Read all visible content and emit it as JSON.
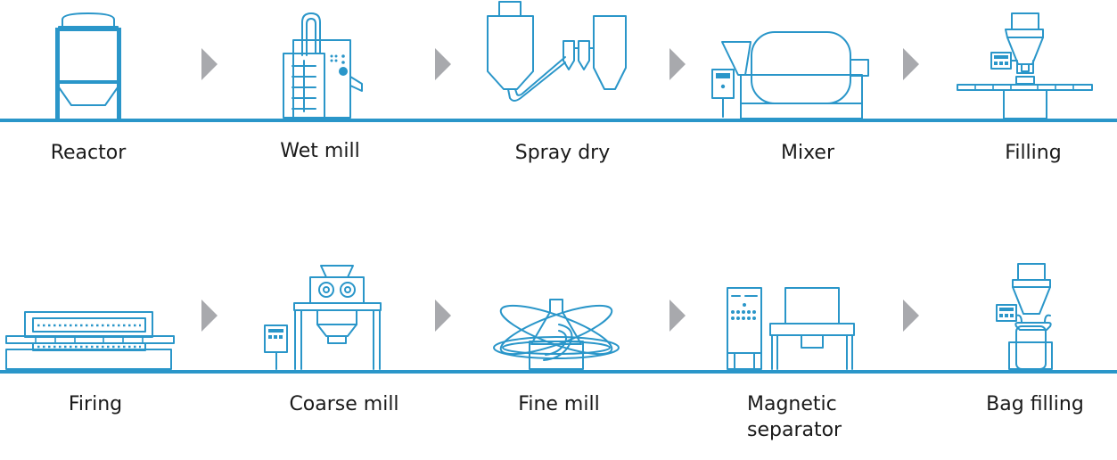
{
  "colors": {
    "line": "#2a96c9",
    "arrow": "#a8a9ad",
    "text": "#1a1a1a"
  },
  "rows": [
    {
      "steps": [
        {
          "label": "Reactor",
          "icon": "reactor-icon"
        },
        {
          "label": "Wet mill",
          "icon": "wet-mill-icon"
        },
        {
          "label": "Spray dry",
          "icon": "spray-dryer-icon"
        },
        {
          "label": "Mixer",
          "icon": "mixer-icon"
        },
        {
          "label": "Filling",
          "icon": "filling-machine-icon"
        }
      ]
    },
    {
      "steps": [
        {
          "label": "Firing",
          "icon": "kiln-icon"
        },
        {
          "label": "Coarse mill",
          "icon": "coarse-mill-icon"
        },
        {
          "label": "Fine mill",
          "icon": "fine-mill-icon"
        },
        {
          "label": "Magnetic\nseparator",
          "icon": "magnetic-separator-icon"
        },
        {
          "label": "Bag filling",
          "icon": "bag-filling-icon"
        }
      ]
    }
  ]
}
